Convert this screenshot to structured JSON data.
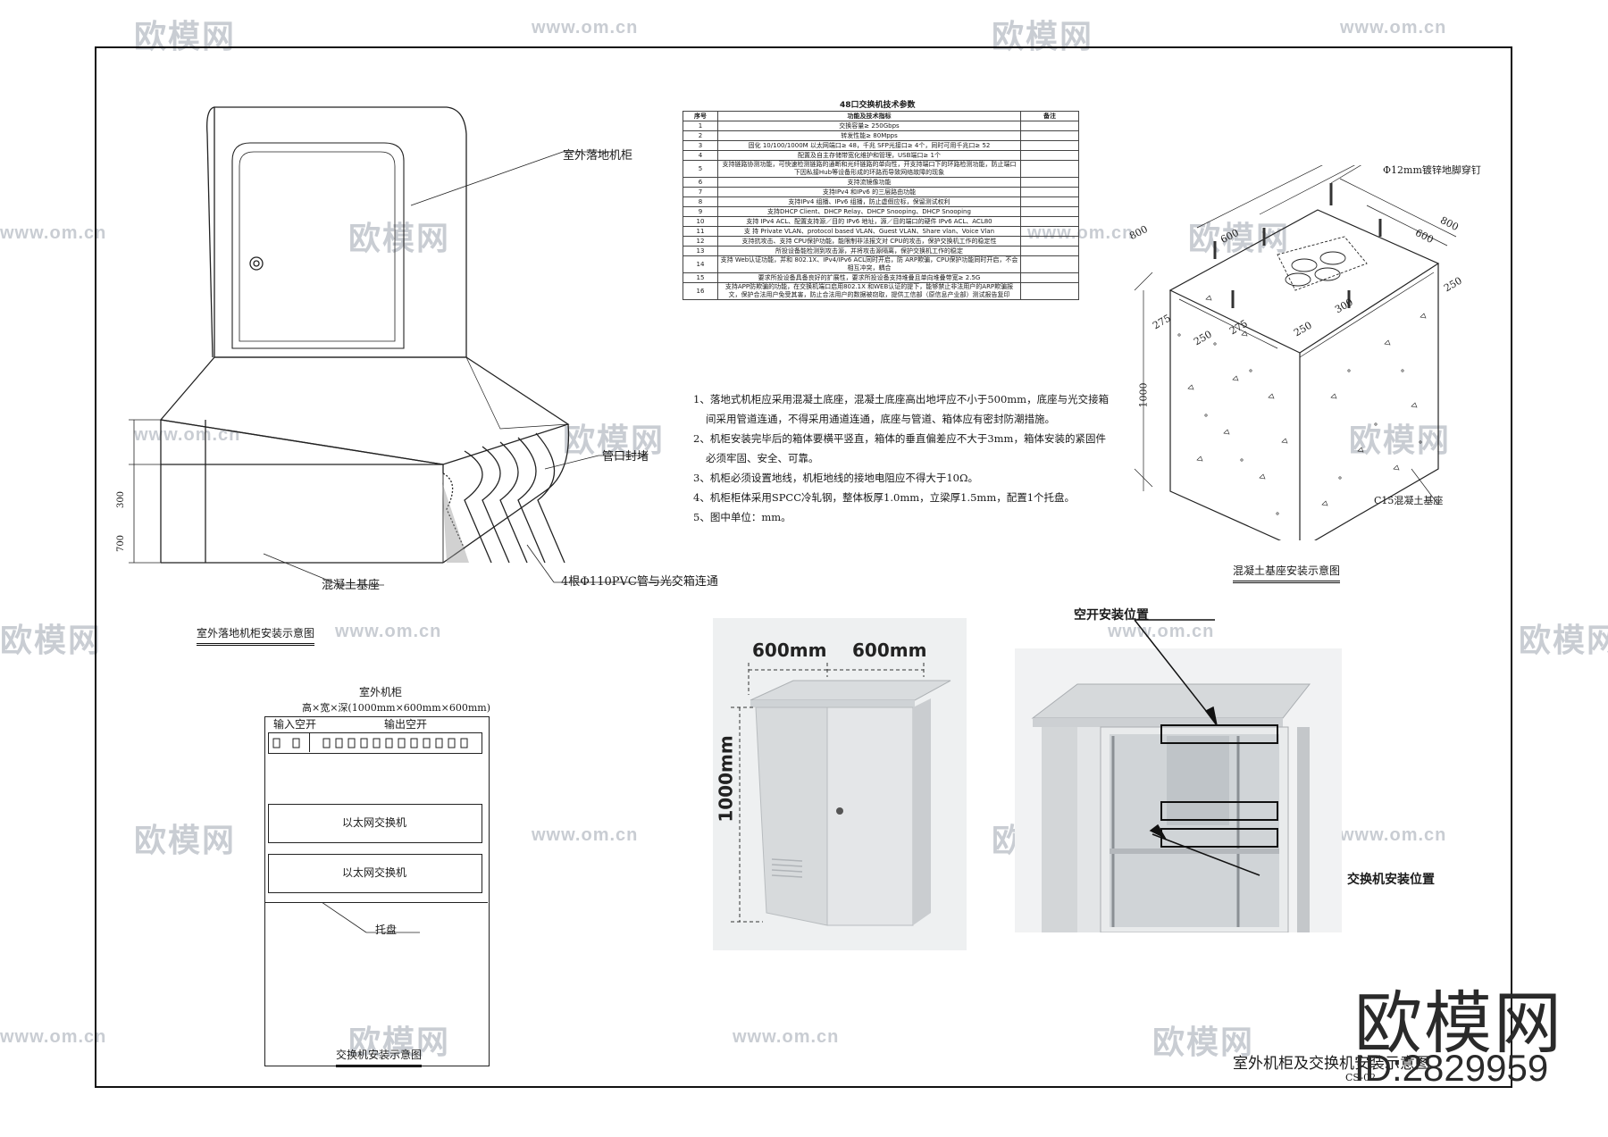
{
  "watermark": {
    "brand": "欧模网",
    "url": "www.om.cn",
    "id_text": "ID:2829959"
  },
  "left_drawing": {
    "cabinet_label": "室外落地机柜",
    "pipe_seal_label": "管口封堵",
    "pvc_label": "4根Φ110PVC管与光交箱连通",
    "base_label": "混凝土基座",
    "dim_300": "300",
    "dim_700": "700",
    "caption": "室外落地机柜安装示意图"
  },
  "spec_table": {
    "title": "48口交换机技术参数",
    "headers": [
      "序号",
      "功能及技术指标",
      "备注"
    ],
    "rows": [
      {
        "no": "1",
        "text": "交换容量≥ 250Gbps"
      },
      {
        "no": "2",
        "text": "转发性能≥ 80Mpps"
      },
      {
        "no": "3",
        "text": "固化 10/100/1000M 以太网端口≥ 48，千兆 SFP光接口≥ 4个，同时可用千兆口≥ 52"
      },
      {
        "no": "4",
        "text": "配置及自主存储带宽化维护和管理，USB端口≥ 1个"
      },
      {
        "no": "5",
        "text": "支持链路协测功能，可快速检测链路的通断和光纤链路的单向性，开支持端口下的环路检测功能，防止端口下因私接Hub等设备形成的环路而导致网络故障的现象"
      },
      {
        "no": "6",
        "text": "支持流镜像功能"
      },
      {
        "no": "7",
        "text": "支持IPv4 和IPv6 的三层路由功能"
      },
      {
        "no": "8",
        "text": "支持IPv4 组播、IPv6 组播，防止虚假应标，保留测试权利"
      },
      {
        "no": "9",
        "text": "支持DHCP Client、DHCP Relay、DHCP Snooping、DHCP Snooping"
      },
      {
        "no": "10",
        "text": "支持 IPv4 ACL、配置支持源／目的 IPv6 地址，源／目的端口的硬件 IPv6 ACL、ACL80"
      },
      {
        "no": "11",
        "text": "支 持 Private  VLAN、protocol  based  VLAN、Guest  VLAN、Share vlan、Voice Vlan"
      },
      {
        "no": "12",
        "text": "支持抗攻击、支持 CPU保护功能，能限制非法报文对 CPU的攻击，保护交换机工作的稳定性"
      },
      {
        "no": "13",
        "text": "所投设备能检测到攻击源，并将攻击源隔离，保护交换机工作的稳定"
      },
      {
        "no": "14",
        "text": "支持 Web认证功能，并和 802.1X、IPv4/IPv6  ACL同时开启，防 ARP欺骗，CPU保护功能同时开启，不会相互冲突，耦合"
      },
      {
        "no": "15",
        "text": "要求所投设备具备良好的扩展性，要求所投设备支持堆叠且单向堆叠带宽≥ 2.5G"
      },
      {
        "no": "16",
        "text": "支持APP防欺骗的功能，在交换机端口启用802.1X 和WEB认证的提下，能够禁止非法用户的ARP欺骗报文，保护合法用户免受其害，防止合法用户的数据被窃取，提供工信部（原信息产业部）测试报告复印"
      }
    ]
  },
  "notes": [
    "1、落地式机柜应采用混凝土底座，混凝土底座高出地坪应不小于500mm，底座与光交接箱",
    "间采用管道连通，不得采用通道连通，底座与管道、箱体应有密封防潮措施。",
    "2、机柜安装完毕后的箱体要横平竖直，箱体的垂直偏差应不大于3mm，箱体安装的紧固件",
    "必须牢固、安全、可靠。",
    "3、机柜必须设置地线，机柜地线的接地电阻应不得大于10Ω。",
    "4、机柜柜体采用SPCC冷轧钢，整体板厚1.0mm，立梁厚1.5mm，配置1个托盘。",
    "5、图中单位：mm。"
  ],
  "base_drawing": {
    "bolt_label": "Φ12mm镀锌地脚穿钉",
    "dim_800a": "800",
    "dim_600a": "600",
    "dim_800b": "800",
    "dim_600b": "600",
    "dim_250a": "250",
    "dim_275a": "275",
    "dim_250b": "250",
    "dim_275b": "275",
    "dim_250c": "250",
    "dim_300": "300",
    "dim_1000": "1000",
    "concrete_label": "C15混凝土基座",
    "caption": "混凝土基座安装示意图"
  },
  "switch_drawing": {
    "title_line1": "室外机柜",
    "title_line2": "高×宽×深(1000mm×600mm×600mm)",
    "input_breaker": "输入空开",
    "output_breaker": "输出空开",
    "switch1": "以太网交换机",
    "switch2": "以太网交换机",
    "tray": "托盘",
    "caption": "交换机安装示意图"
  },
  "photo_left": {
    "dim_w1": "600mm",
    "dim_w2": "600mm",
    "dim_h": "1000mm"
  },
  "photo_right": {
    "breaker_label": "空开安装位置",
    "switch_label": "交换机安装位置"
  },
  "sheet": {
    "title": "室外机柜及交换机安装示意图",
    "code": "CS-02"
  }
}
